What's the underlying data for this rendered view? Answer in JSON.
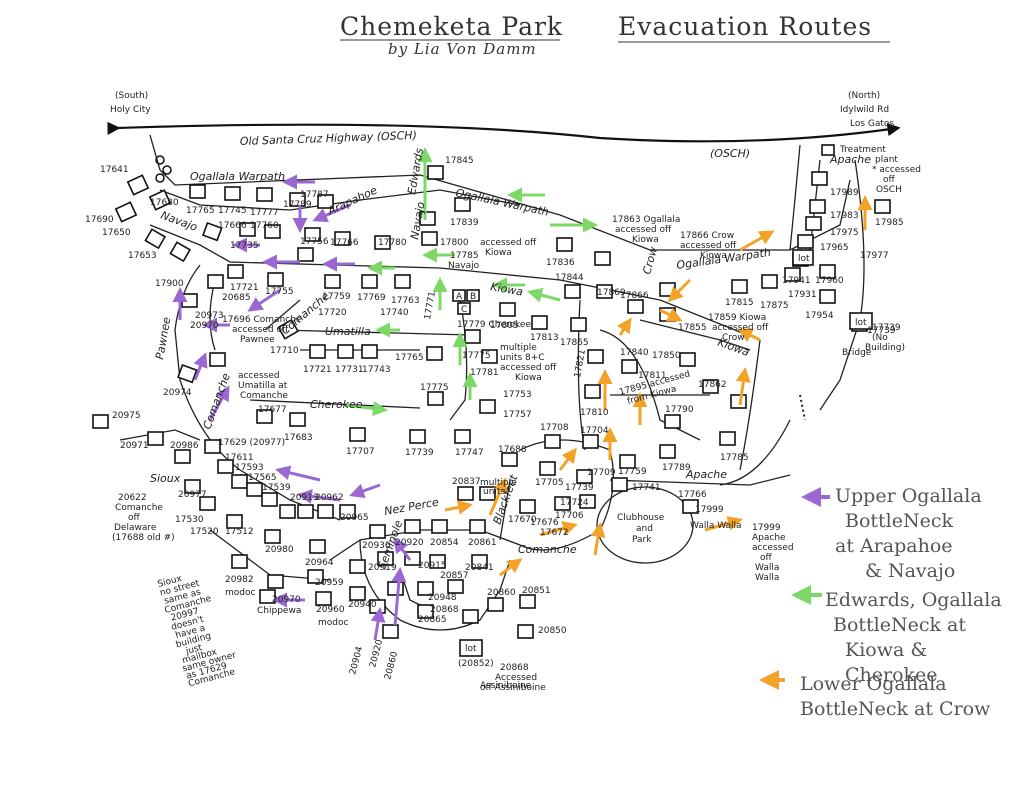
{
  "title": "Chemeketa Park",
  "author": "by Lia Von Damm",
  "heading": "Evacuation Routes",
  "places": {
    "left_end_1": "(South)",
    "left_end_2": "Holy City",
    "right_end_1": "(North)",
    "right_end_2": "Idylwild Rd",
    "right_end_3": "Los Gatos",
    "treatment_1": "Treatment",
    "treatment_2": "plant",
    "treatment_3": "* accessed",
    "treatment_4": "off",
    "treatment_5": "OSCH",
    "bridge": "Bridge",
    "clubhouse_1": "Clubhouse",
    "clubhouse_2": "and",
    "clubhouse_3": "Park"
  },
  "roads": {
    "osch": "Old Santa Cruz Highway (OSCH)",
    "osch_short": "(OSCH)",
    "ogallala_1": "Ogallala Warpath",
    "ogallala_2": "Ogallala Warpath",
    "ogallala_3": "Ogallala Warpath",
    "navajo_1": "Navajo",
    "navajo_2": "Navajo",
    "arapahoe": "Arapahoe",
    "edwards": "Edwards",
    "kiowa_1": "Kiowa",
    "kiowa_2": "Kiowa",
    "crow": "Crow",
    "apache_1": "Apache",
    "apache_2": "Apache",
    "comanche_1": "Comanche",
    "comanche_2": "Comanche",
    "comanche_3": "Comanche",
    "umatilla": "Umatilla",
    "cherokee_1": "Cherokee",
    "cherokee_2": "Cherokee",
    "pawnee": "Pawnee",
    "nez_perce": "Nez Perce",
    "sioux": "Sioux",
    "blackfeet": "Blackfeet",
    "walla_walla": "Walla Walla",
    "chippewa": "Chippewa",
    "modoc_1": "modoc",
    "modoc_2": "modoc",
    "seminole": "Seminole",
    "assiniboine": "Assiniboine"
  },
  "notes": {
    "n17863_1": "17863 Ogallala",
    "n17863_2": "accessed off",
    "n17863_3": "Kiowa",
    "n17866_1": "17866 Crow",
    "n17866_2": "accessed off",
    "n17866_3": "Kiowa",
    "n17785_1": "17785",
    "n17785_2": "Navajo",
    "n_acc_kiowa_1": "accessed off",
    "n_acc_kiowa_2": "Kiowa",
    "n17696_1": "17696 Comanche",
    "n17696_2": "accessed off",
    "n17696_3": "Pawnee",
    "n_umat_1": "accessed",
    "n_umat_2": "Umatilla at",
    "n_umat_3": "Comanche",
    "n17779": "17779 Cherokee",
    "n_multi_1": "multiple",
    "n_multi_2": "units 8+C",
    "n_multi_3": "accessed off",
    "n_multi_4": "Kiowa",
    "n17859_1": "17859 Kiowa",
    "n17859_2": "accessed off",
    "n17859_3": "Crow",
    "n17895_1": "17895 accessed",
    "n17895_2": "from Kiowa",
    "n17739_1": "17739",
    "n17739_2": "(No",
    "n17739_3": "Building)",
    "n20622_1": "20622",
    "n20622_2": "Comanche",
    "n20622_3": "off",
    "n20622_4": "Delaware",
    "n20622_5": "(17688 old #)",
    "n_sioux_1": "Sioux",
    "n_sioux_2": "no street",
    "n_sioux_3": "same as",
    "n_sioux_4": "Comanche",
    "n_sioux_5": "20997",
    "n_sioux_6": "doesn't",
    "n_sioux_7": "have a",
    "n_sioux_8": "building",
    "n_sioux_9": "just",
    "n_sioux_10": "mailbox",
    "n_sioux_11": "same owner",
    "n_sioux_12": "as 17629",
    "n_sioux_13": "Comanche",
    "n20868_1": "20868",
    "n20868_2": "Accessed",
    "n20868_3": "off Assiniboine",
    "n17999_1": "17999",
    "n17999_2": "Apache",
    "n17999_3": "accessed",
    "n17999_4": "off",
    "n17999_5": "Walla",
    "n17999_6": "Walla",
    "multi_units_1": "multiple",
    "multi_units_2": "units",
    "lot": "lot",
    "ab_a": "A",
    "ab_b": "B",
    "ab_c": "C"
  },
  "addresses": {
    "a17641": "17641",
    "a17680": "17680",
    "a17765": "17765",
    "a17745": "17745",
    "a17777": "17777",
    "a17789": "17789",
    "a17787": "17787",
    "a17845": "17845",
    "a17690": "17690",
    "a17650": "17650",
    "a17666": "17666",
    "a17760": "17760",
    "a17839": "17839",
    "a17800": "17800",
    "a17653": "17653",
    "a17735": "17735",
    "a17756": "17756",
    "a17766": "17766",
    "a17780": "17780",
    "a17900": "17900",
    "a17721": "17721",
    "a20685": "20685",
    "a17755": "17755",
    "a17759": "17759",
    "a17769": "17769",
    "a17763": "17763",
    "a17771": "17771",
    "a17836": "17836",
    "a17844": "17844",
    "a17869": "17869",
    "a17866": "17866",
    "a20973": "20973",
    "a20970": "20970",
    "a17720": "17720",
    "a17740": "17740",
    "a17805": "17805",
    "a17813": "17813",
    "a17865": "17865",
    "a17815": "17815",
    "a17875": "17875",
    "a17931": "17931",
    "a17954": "17954",
    "a17989": "17989",
    "a17983": "17983",
    "a17975": "17975",
    "a17965": "17965",
    "a17941": "17941",
    "a17960": "17960",
    "a17985": "17985",
    "a17977": "17977",
    "a17710": "17710",
    "a17721b": "17721",
    "a17731": "17731",
    "a17743": "17743",
    "a17765b": "17765",
    "a17775": "17775",
    "a17781": "17781",
    "a17840": "17840",
    "a17850": "17850",
    "a17855": "17855",
    "a17862": "17862",
    "a17821": "17821",
    "a17811": "17811",
    "a17753": "17753",
    "a17757": "17757",
    "a20974": "20974",
    "a17775b": "17775",
    "a17810": "17810",
    "a17790": "17790",
    "a17785b": "17785",
    "a20975": "20975",
    "a17677": "17677",
    "a17683": "17683",
    "a17707": "17707",
    "a17739": "17739",
    "a17747": "17747",
    "a17708": "17708",
    "a17704": "17704",
    "a17759b": "17759",
    "a17789b": "17789",
    "a20971": "20971",
    "a20986": "20986",
    "a17629": "17629 (20977)",
    "a17611": "17611",
    "a17593": "17593",
    "a17565": "17565",
    "a17539": "17539",
    "a17688": "17688",
    "a17705": "17705",
    "a17739b": "17739",
    "a17709": "17709",
    "a17741": "17741",
    "a17766b": "17766",
    "a17999": "17999",
    "a20977": "20977",
    "a20965": "20965",
    "a20837": "20837",
    "a17530": "17530",
    "a17520": "17520",
    "a17512": "17512",
    "a20913": "20913",
    "a20962": "20962",
    "a17724": "17724",
    "a17706": "17706",
    "a17676": "17676",
    "a17670": "17670",
    "a17672": "17672",
    "a20980": "20980",
    "a20964": "20964",
    "a20936": "20936",
    "a20920": "20920",
    "a20854": "20854",
    "a20861": "20861",
    "a20982": "20982",
    "a20959": "20959",
    "a20919": "20919",
    "a20915": "20915",
    "a20857": "20857",
    "a20841": "20841",
    "a20940": "20940",
    "a20948": "20948",
    "a20970b": "20970",
    "a20960": "20960",
    "a20860": "20860",
    "a20851": "20851",
    "a20868": "20868",
    "a20865": "20865",
    "a20850": "20850",
    "a20852": "(20852)",
    "a20904": "20904",
    "a20920b": "20920",
    "a20860b": "20860",
    "a17739c": "17739"
  },
  "legend": {
    "purple_1": "Upper Ogallala",
    "purple_2": "BottleNeck",
    "purple_3": "at Arapahoe",
    "purple_4": "& Navajo",
    "green_1": "Edwards, Ogallala",
    "green_2": "BottleNeck at",
    "green_3": "Kiowa & Cherokee",
    "orange_1": "Lower Ogallala",
    "orange_2": "BottleNeck at Crow"
  },
  "colors": {
    "purple": "#9a68d0",
    "green": "#7ed867",
    "orange": "#f2a226",
    "ink": "#222222"
  }
}
